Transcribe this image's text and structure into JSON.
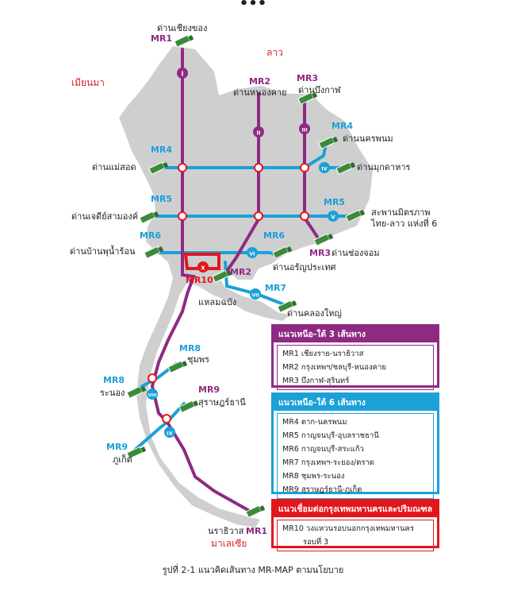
{
  "top_indicator": "•••",
  "countries": {
    "laos": "ลาว",
    "myanmar": "เมียนมา",
    "malaysia": "มาเลเซีย"
  },
  "colors": {
    "purple": "#8e2a82",
    "blue": "#1ba0d8",
    "red": "#e3161b",
    "land": "#cfcfcf"
  },
  "routes": {
    "MR1": "MR1",
    "MR2": "MR2",
    "MR3": "MR3",
    "MR4": "MR4",
    "MR5": "MR5",
    "MR6": "MR6",
    "MR7": "MR7",
    "MR8": "MR8",
    "MR9": "MR9",
    "MR10": "MR10"
  },
  "numerals": {
    "I": "I",
    "II": "II",
    "III": "III",
    "IV": "IV",
    "V": "V",
    "VI": "VI",
    "VII": "VII",
    "VIII": "VIII",
    "IX": "IX",
    "X": "X"
  },
  "places": {
    "chiang_khong": "ด่านเชียงของ",
    "nong_khai": "ด่านหนองคาย",
    "bueng_kan": "ด่านบึงกาฬ",
    "nakhon_phanom": "ด่านนครพนม",
    "mukdahan": "ด่านมุกดาหาร",
    "mae_sot": "ด่านแม่สอด",
    "chedi_sam_ong": "ด่านเจดีย์สามองค์",
    "bridge_line1": "สะพานมิตรภาพ",
    "bridge_line2": "ไทย-ลาว แห่งที่ 6",
    "ban_phu_nam_ron": "ด่านบ้านพุน้ำร้อน",
    "chong_chom": "ด่านช่องจอม",
    "aranyaprathet": "ด่านอรัญประเทศ",
    "laem_chabang": "แหลมฉบัง",
    "khlong_yai": "ด่านคลองใหญ่",
    "chumphon": "ชุมพร",
    "ranong": "ระนอง",
    "surat_thani": "สุราษฎร์ธานี",
    "phuket": "ภูเก็ต",
    "narathiwat": "นราธิวาส"
  },
  "legend": {
    "ns": {
      "title": "แนวเหนือ-ใต้ 3 เส้นทาง",
      "rows": [
        "MR1 เชียงราย-นราธิวาส",
        "MR2 กรุงเทพฯ/ชลบุรี-หนองคาย",
        "MR3 บึงกาฬ-สุรินทร์"
      ]
    },
    "ew": {
      "title": "แนวเหนือ-ใต้ 6 เส้นทาง",
      "rows": [
        "MR4 ตาก-นครพนม",
        "MR5 กาญจนบุรี-อุบลราชธานี",
        "MR6 กาญจนบุรี-สระแก้ว",
        "MR7 กรุงเทพฯ-ระยอง/ตราด",
        "MR8 ชุมพร-ระนอง",
        "MR9 สุราษฎร์ธานี-ภูเก็ต"
      ]
    },
    "link": {
      "title": "แนวเชื่อมต่อกรุงเทพมหานครและปริมณฑล",
      "rows": [
        "MR10 วงแหวนรอบนอกกรุงเทพมหานคร",
        "รอบที่ 3"
      ]
    }
  },
  "caption": "รูปที่ 2-1 แนวคิดเส้นทาง MR-MAP ตามนโยบาย"
}
